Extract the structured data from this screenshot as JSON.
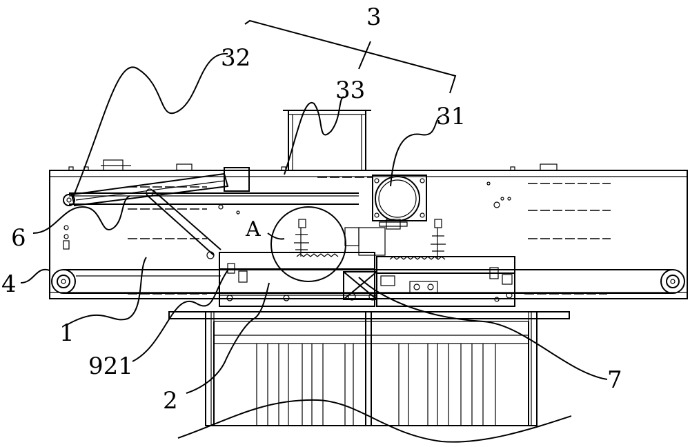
{
  "labels": {
    "assembly": "3",
    "part_31": "31",
    "part_32": "32",
    "part_33": "33",
    "part_6": "6",
    "part_4": "4",
    "part_1": "1",
    "part_921": "921",
    "part_2": "2",
    "part_7": "7",
    "detail_a": "A"
  }
}
